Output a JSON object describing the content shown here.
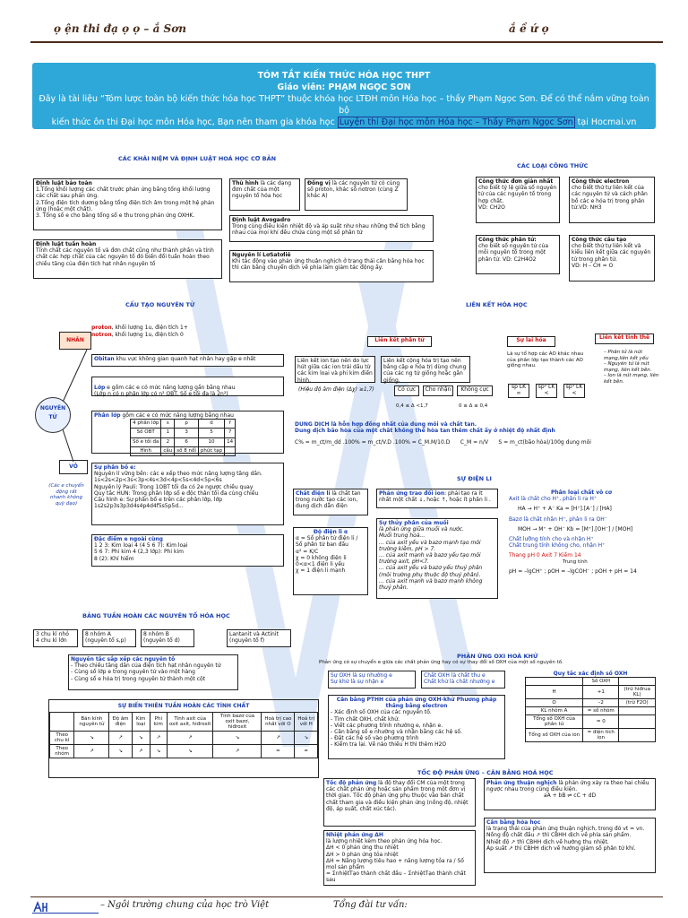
{
  "header": {
    "left": "ọ      ện thi đạ   ọ            ọ  –  ắ  Sơn",
    "right": "ắ      ề       ứ        ọ"
  },
  "banner": {
    "title": "TÓM TẮT KIẾN THỨC HÓA HỌC THPT",
    "teacher": "Giáo viên: PHẠM NGỌC SƠN",
    "desc1": "Đây là tài liệu “Tóm lược toàn bộ kiến thức hóa học THPT” thuộc khóa học LTĐH môn Hóa học – thầy Phạm Ngọc Sơn. Để có thể nắm vững toàn bộ",
    "desc2a": "kiến thức ôn thi Đại học môn Hóa học, Bạn nên tham gia khóa học ",
    "link": "Luyện thi Đại học môn Hóa học – Thầy Phạm Ngọc Sơn",
    "desc2b": " tại Hocmai.vn"
  },
  "sections": {
    "s1": "CÁC KHÁI NIỆM VÀ ĐỊNH LUẬT HOÁ HỌC CƠ BẢN",
    "s2": "CÁC LOẠI CÔNG THỨC",
    "s3": "CẤU TẠO NGUYÊN TỬ",
    "s4": "LIÊN KẾT HÓA HỌC",
    "s5": "BẢNG TUẦN HOÀN CÁC NGUYÊN TỐ HÓA HỌC",
    "s6": "SỰ ĐIỆN LI",
    "s7": "PHẢN ỨNG OXI HOÁ KHỬ",
    "s8": "TỐC ĐỘ PHẢN ỨNG – CÂN BẰNG HOÁ HỌC"
  },
  "concepts": {
    "dlbt_title": "Định luật bảo toàn",
    "dlbt_text": "1.Tổng khối lượng các chất trước phản ứng bằng tổng khối lượng các chất sau phản ứng.\n2.Tổng điện tích dương bằng tổng điện tích âm trong một hệ phản ứng (hoặc một chất).\n3. Tổng số e cho bằng tổng số e thu trong phản ứng OXHK.",
    "dltc_title": "Định luật tuần hoàn",
    "dltc_text": "Tính chất các nguyên tố và đơn chất cũng như thành phần và tính chất các hợp chất của các nguyên tố đó biến đổi tuần hoàn theo chiều tăng của điện tích hạt nhân nguyên tố",
    "thuhinh_title": "Thù hình",
    "thuhinh_text": "là các dạng đơn chất của một nguyên tố hóa học",
    "dongvi_title": "Đồng vị",
    "dongvi_text": "là các nguyên tử có cùng số proton, khác số notron (cùng Z khác A)",
    "avogadro_title": "Định luật Avogadro",
    "avogadro_text": "Trong cùng điều kiện nhiệt độ và áp suất như nhau những thể tích bằng nhau của mọi khí đều chứa cùng một số phân tử",
    "lechat_title": "Nguyên lí LơSatơliê",
    "lechat_text": "Khi tác động vào phản ứng thuận nghịch ở trạng thái cân bằng hóa học thì cân bằng chuyển dịch  về phía làm giảm tác động ấy."
  },
  "formulas": {
    "f1_title": "Công thức đơn giản nhất",
    "f1_text": "cho biết tỷ lệ giữa số nguyên tử của các nguyên tố trong hợp chất.\nVD: CH2O",
    "f2_title": "Công thức electron",
    "f2_text": "cho biết thứ tự liên kết của các nguyên tử và cách phân bố các e hóa trị trong phân tử.VD: NH3",
    "f3_title": "Công thức phân tử:",
    "f3_text": "cho biết số nguyên tử của mỗi nguyên tố trong một phân tử. VD: C2H4O2",
    "f4_title": "Công thức cấu tạo",
    "f4_text": "cho biết thứ tự liên kết và kiểu liên kết giữa các nguyên tử trong phân tử.\nVD: H – CH = O"
  },
  "atom": {
    "nucleus": "NHÂN",
    "atom_label": "NGUYÊN TỬ",
    "proton": "proton",
    "proton_text": ", khối lượng 1u, điện tích 1+",
    "notron": "notron",
    "notron_text": ", khối lượng 1u, điện tích 0",
    "shell": "VỎ",
    "shell_note": "(Các e chuyển động rất nhanh không quỹ đạo)",
    "obital_title": "Obitan",
    "obital_text": " khu vực không gian quanh hạt nhân hay gặp e nhất",
    "lop_title": "Lớp",
    "lop_text": " e gồm các e có mức năng lượng gần bằng nhau\n(Lớp n có n phân lớp có n² OBT. Số e tối đa là 2n²)",
    "phanlop_title": "Phân lớp",
    "phanlop_text": " gồm các e có mức năng lượng bằng nhau",
    "phanlop_rows": [
      [
        "4 phân lớp",
        "s",
        "p",
        "d",
        "f"
      ],
      [
        "Số OBT",
        "1",
        "3",
        "5",
        "7"
      ],
      [
        "Số e tối đa",
        "2",
        "6",
        "10",
        "14"
      ],
      [
        "Hình",
        "cầu",
        "số 8 nổi",
        "phức tạp",
        ""
      ]
    ],
    "phanbo_title": "Sự phân bố e:",
    "phanbo_lines": [
      "Nguyên lí vững bền: các e xếp theo mức năng lượng tăng dần.",
      "1s<2s<2p<3s<3p<4s<3d<4p<5s<4d<5p<6s",
      "Nguyên lý Pauli: Trong 1OBT tối đa có 2e ngược chiều quay",
      "Quy tắc HUN: Trong phân lớp số e độc thân tối đa cùng chiều",
      "Cấu hình e: Sự phân bố e trên các phân lớp, lớp",
      "1s2s2p3s3p3d4s4p4d4f5s5p5d..."
    ],
    "dacdiem_title": "Đặc điểm e ngoài cùng",
    "dacdiem_lines": [
      "1 2 3: Kim loại      4 (4 5 6 7): Kim loại",
      "5 6 7: Phi kim       4 (2,3 lớp): Phi kim",
      "8 (2): Khí hiếm"
    ]
  },
  "bond": {
    "lkpt": "Liên kết phân tử",
    "sulai": "Sự lai hóa",
    "lktt": "Liên kết tinh thể",
    "ion": "Liên kết ion tạo nên do lực hút giữa các ion trái dấu từ các kim loại và phi kim điển hình.",
    "chtri": "Liên kết cộng hóa trị tạo nên bằng cặp e hóa trị dùng chung của các ng tử giống hoặc gần giống.",
    "hieudo": "(Hiệu độ âm điện (Δχ) ≥1,7)",
    "cocuc": "Có cực",
    "chonhan": "Cho nhận",
    "khongcuc": "Không cực",
    "range1": "0,4 ≤ Δ <1,7",
    "range2": "0 ≤ Δ ≤ 0,4",
    "laihoa_text": "Là sự tổ hợp các AO khác nhau của phân lớp tạo thành các AO giống nhau.",
    "sp1": "sp LK ∞",
    "sp2": "sp² LK <",
    "sp3": "sp³ LK <",
    "tt_lines": [
      "– Phân tử là nút mạng,liên kết yếu",
      "– Nguyên tử là nút mạng, liên kết bền.",
      "– Ion là nút mạng, liên kết bền."
    ]
  },
  "solution": {
    "l1": "DUNG DỊCH là hỗn hợp đồng nhất của dung môi và chất tan.",
    "l2": "Dung dịch bão hòa của một chất không thể hòa tan thêm chất ấy ở nhiệt độ nhất định",
    "f1": "C% = m_ct/m_dd .100% = m_ct/V.D .100% = C_M.M/10.D",
    "f2": "C_M = n/V",
    "f3": "S = m_ct(bão hòa)/100g dung môi"
  },
  "electrolyte": {
    "cdl_title": "Chất điện li",
    "cdl_text": " là chất tan trong nước tạo các ion, dung dịch dẫn điện",
    "pttrao_title": "Phản ứng trao đổi ion",
    "pttrao_text": ": phải tạo ra ít nhất một chất ↓, hoặc ↑, hoặc ít phân li .",
    "dodienli": "Độ điện li α",
    "dd_lines": [
      "α = Số phân tử điện li / Số phân tử ban đầu",
      "α² = K/C",
      "χ = 0    không điện li",
      "0<α<1   điện li yếu",
      "χ = 1    điện li mạnh"
    ],
    "thuyphan_title": "Sự thủy phân của muối",
    "thuyphan_lines": [
      "là phản ứng giữa muối và nước.",
      "Muối trung hoà...",
      "... của axit yếu và bazơ mạnh tạo môi trường kiềm, pH > 7.",
      "... của axit mạnh và bazơ yếu tạo môi trường axit, pH<7.",
      "... của axit yếu và bazơ yếu thuỷ phân (môi trường phụ thuộc độ thuỷ phân).",
      "... của axit mạnh và bazơ mạnh không thuỷ phân."
    ],
    "axitbazo_title": "Phân loại chất vô cơ",
    "axit_line": "Axit là chất cho H⁺, phân li ra H⁺",
    "axit_eq": "HA → H⁺ + A⁻     Ka = [H⁺].[A⁻] / [HA]",
    "bazo_line": "Bazơ là chất nhận H⁺, phân li ra OH⁻",
    "bazo_eq": "MOH → M⁺ + OH⁻    Kb = [M⁺].[OH⁻] / [MOH]",
    "ltinh_line": "Chất lưỡng tính cho và nhận H⁺",
    "ttinh_line": "Chất trung tính không cho, nhận H⁺",
    "ph_line": "Thang pH   0      Axit      7     Kiềm    14",
    "ph_sub": "Trung tính",
    "ph_eq": "pH = –lgCH⁺ ; pOH = –lgCOH⁻ ; pOH + pH = 14"
  },
  "redox": {
    "intro": "Phản ứng có sự chuyển e giữa các chất phản ứng hay có sự thay đổi số OXH của một số nguyên tố.",
    "suoxh": "Sự OXH là sự nhường e",
    "sukhu": "Sự khử là sự nhận e",
    "chatoxh": "Chất OXH là chất thu e",
    "chatkhu": "Chất khử là chất nhường e",
    "canbang_title": "Cân bằng PTHH của phản ứng OXH-khử Phương pháp thăng bằng electron",
    "canbang_lines": [
      "- Xác định số OXH của các nguyên tố.",
      "- Tìm chất OXH, chất khử.",
      "- Viết các phương trình nhường e, nhận e.",
      "- Cân bằng số e nhường và nhận bằng các hệ số.",
      "- Đặt các hệ số vào phương trình",
      "- Kiểm tra lại. Về nào thiếu H thì thêm H2O"
    ],
    "quytac_title": "Quy tắc xác định số OXH",
    "quytac_header": "Số OXH",
    "quytac_rows": [
      [
        "H",
        "+1",
        "(trừ hiđrua KL)"
      ],
      [
        "O",
        "–2",
        "(trừ F2O)"
      ],
      [
        "KL nhóm A",
        "= số nhóm",
        ""
      ],
      [
        "Tổng số OXH của phân tử",
        "= 0",
        ""
      ],
      [
        "Tổng số OXH của ion",
        "= điện tích ion",
        ""
      ]
    ]
  },
  "rate": {
    "tocdo_title": "Tốc độ phản ứng",
    "tocdo_text": "là độ thay đổi CM của một trong các chất phản ứng hoặc sản phẩm trong một đơn vị thời gian. Tốc độ phản ứng phụ thuộc vào bản chất chất tham gia và điều kiện phản ứng (nồng độ, nhiệt độ, áp suất, chất xúc tác).",
    "nhiet_title": "Nhiệt phản ứng ΔH",
    "nhiet_lines": [
      "là lượng nhiệt kèm theo phản ứng hóa học.",
      "ΔH < 0 phản ứng thu nhiệt",
      "ΔH > 0 phản ứng tỏa nhiệt",
      "ΔH = Năng lượng tiêu hao + năng lượng tỏa ra / Số mol sản phẩm",
      "= ΣnhiệtTạo thành chất đầu – ΣnhiệtTạo thành chất sau"
    ],
    "thuannghich_title": "Phản ứng thuận nghịch",
    "thuannghich_text": "là phản ứng xảy ra theo hai chiều ngược nhau trong cùng điều kiện.",
    "thuannghich_eq": "aA + bB ⇌ cC + dD",
    "cb_title": "Cân bằng hóa học",
    "cb_lines": [
      "là trạng thái của phản ứng thuận nghịch, trong đó vt = vn.",
      "Nồng độ chất đầu ↗ thì CBHH dịch về phía sản phẩm.",
      "Nhiệt độ ↗ thì CBHH dịch về hướng thu nhiệt.",
      "Áp suất ↗ thì CBHH dịch về hướng giảm số phân tử khí."
    ]
  },
  "ptable": {
    "b1": "3 chu kì nhỏ\n4 chu kì lớn",
    "b2": "8 nhóm A\n(nguyên tố s,p)",
    "b3": "8 nhóm B\n(nguyên tố d)",
    "b4": "Lantanit và Actinit\n(nguyên tố f)",
    "nt_title": "Nguyên tắc  sắp xếp các nguyên tố",
    "nt_lines": [
      "- Theo chiều tăng dần của điện tích hạt nhân nguyên tử",
      "- Cùng số lớp e trong nguyên tử vào một hàng",
      "- Cùng số e hóa trị trong nguyên tử thành một cột"
    ],
    "bt_title": "SỰ BIẾN THIÊN TUẦN HOÀN CÁC TÍNH CHẤT",
    "bt_head": [
      "",
      "Bán kính nguyên tử",
      "Độ âm điện",
      "Kim loại",
      "Phi kim",
      "Tính axit của oxit axit, hiđroxit",
      "Tính bazơ của oxit bazơ, hiđroxit",
      "Hoá trị cao nhất với O",
      "Hoá trị với H"
    ],
    "bt_r1": [
      "Theo chu kì",
      "↘",
      "↗",
      "↘",
      "↗",
      "↗",
      "↘",
      "↗",
      "↘"
    ],
    "bt_r2": [
      "Theo nhóm",
      "↗",
      "↘",
      "↗",
      "↘",
      "↘",
      "↗",
      "=",
      "="
    ]
  },
  "footer": {
    "left": "– Ngôi trường chung của học trò Việt",
    "right": "Tổng đài tư vấn:"
  }
}
